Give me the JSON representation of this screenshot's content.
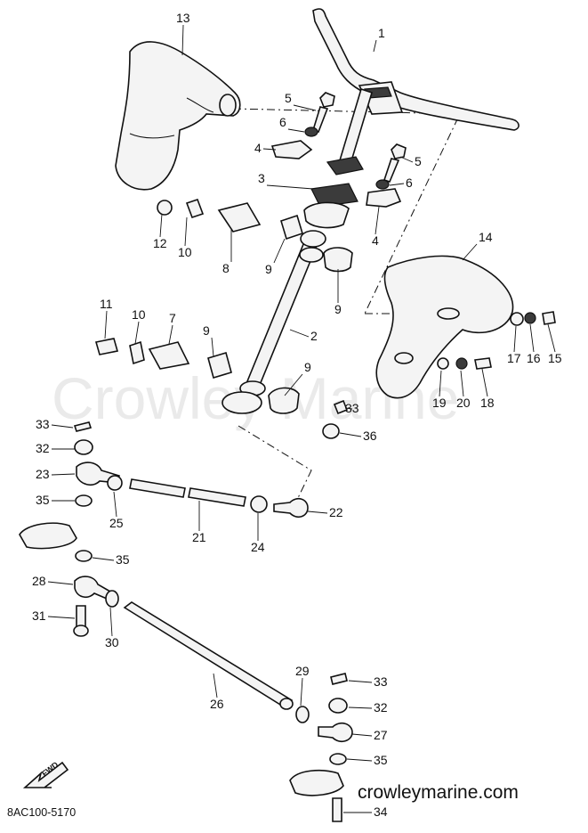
{
  "watermark": "Crowley Marine",
  "site": "crowleymarine.com",
  "diagram_code": "8AC100-5170",
  "fwd_label": "FWD",
  "callouts": [
    {
      "n": "1"
    },
    {
      "n": "13"
    },
    {
      "n": "5"
    },
    {
      "n": "6"
    },
    {
      "n": "4"
    },
    {
      "n": "5"
    },
    {
      "n": "3"
    },
    {
      "n": "6"
    },
    {
      "n": "12"
    },
    {
      "n": "10"
    },
    {
      "n": "8"
    },
    {
      "n": "9"
    },
    {
      "n": "4"
    },
    {
      "n": "14"
    },
    {
      "n": "9"
    },
    {
      "n": "11"
    },
    {
      "n": "10"
    },
    {
      "n": "7"
    },
    {
      "n": "9"
    },
    {
      "n": "2"
    },
    {
      "n": "17"
    },
    {
      "n": "16"
    },
    {
      "n": "15"
    },
    {
      "n": "9"
    },
    {
      "n": "19"
    },
    {
      "n": "20"
    },
    {
      "n": "18"
    },
    {
      "n": "33"
    },
    {
      "n": "33"
    },
    {
      "n": "32"
    },
    {
      "n": "36"
    },
    {
      "n": "23"
    },
    {
      "n": "35"
    },
    {
      "n": "25"
    },
    {
      "n": "22"
    },
    {
      "n": "21"
    },
    {
      "n": "24"
    },
    {
      "n": "35"
    },
    {
      "n": "28"
    },
    {
      "n": "31"
    },
    {
      "n": "30"
    },
    {
      "n": "29"
    },
    {
      "n": "33"
    },
    {
      "n": "32"
    },
    {
      "n": "26"
    },
    {
      "n": "27"
    },
    {
      "n": "35"
    },
    {
      "n": "34"
    }
  ]
}
